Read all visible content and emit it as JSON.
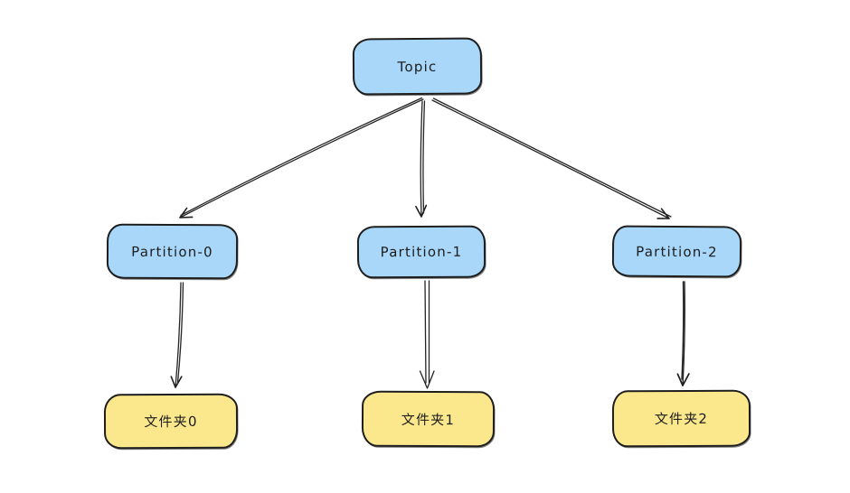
{
  "canvas": {
    "background": "#ffffff"
  },
  "colors": {
    "node_blue_fill": "#a8d7f9",
    "node_yellow_fill": "#fbe88c",
    "stroke": "#1e1e1e",
    "text": "#1c1c1c"
  },
  "nodes": {
    "topic": {
      "label": "Topic",
      "fill": "#a8d7f9"
    },
    "partition0": {
      "label": "Partition-0",
      "fill": "#a8d7f9"
    },
    "partition1": {
      "label": "Partition-1",
      "fill": "#a8d7f9"
    },
    "partition2": {
      "label": "Partition-2",
      "fill": "#a8d7f9"
    },
    "folder0": {
      "label": "文件夹0",
      "fill": "#fbe88c"
    },
    "folder1": {
      "label": "文件夹1",
      "fill": "#fbe88c"
    },
    "folder2": {
      "label": "文件夹2",
      "fill": "#fbe88c"
    }
  },
  "edges": [
    {
      "from": "Topic",
      "to": "Partition-0",
      "style": "arrow"
    },
    {
      "from": "Topic",
      "to": "Partition-1",
      "style": "arrow"
    },
    {
      "from": "Topic",
      "to": "Partition-2",
      "style": "arrow"
    },
    {
      "from": "Partition-0",
      "to": "文件夹0",
      "style": "arrow"
    },
    {
      "from": "Partition-1",
      "to": "文件夹1",
      "style": "arrow"
    },
    {
      "from": "Partition-2",
      "to": "文件夹2",
      "style": "arrow"
    }
  ]
}
